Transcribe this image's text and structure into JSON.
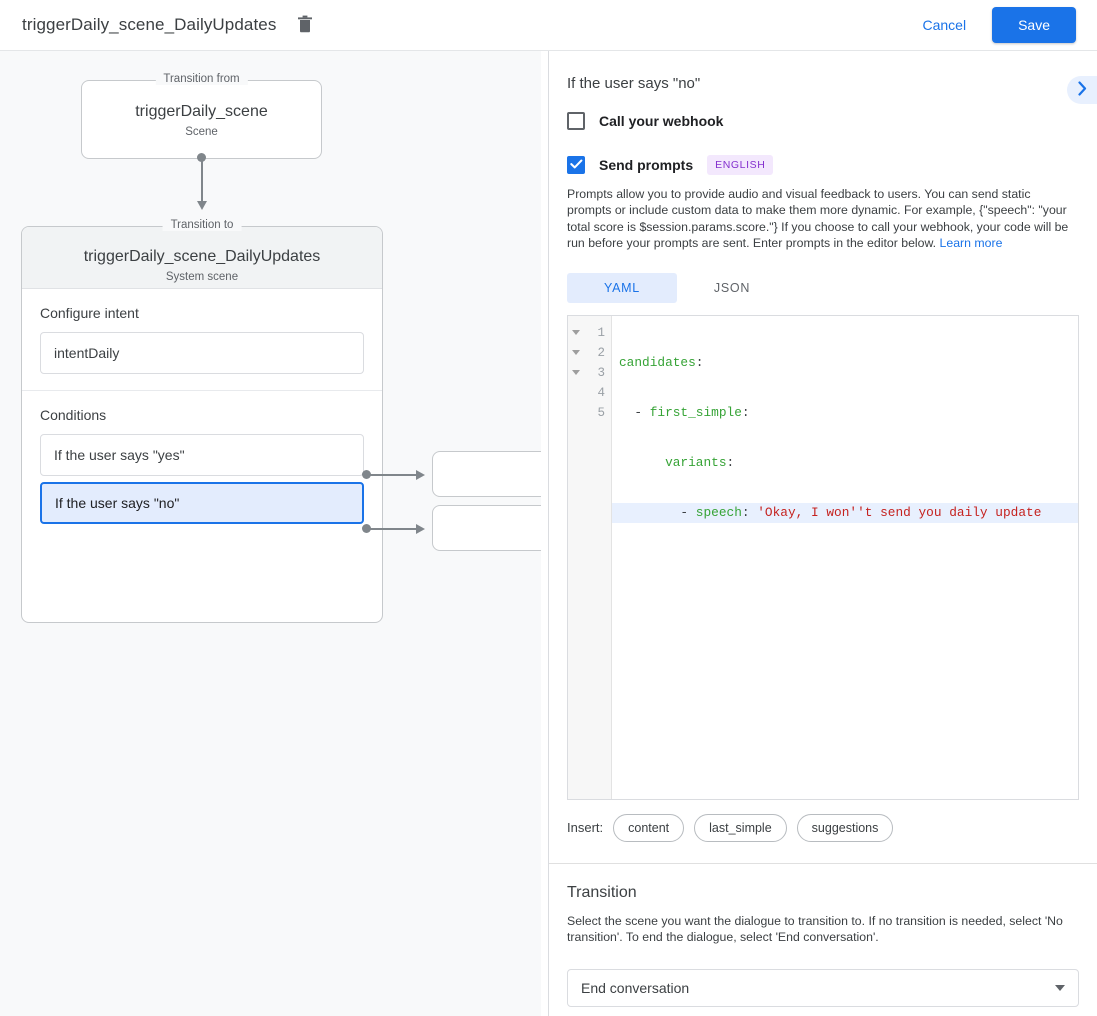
{
  "topbar": {
    "title": "triggerDaily_scene_DailyUpdates",
    "delete_icon": "trash-icon",
    "cancel_label": "Cancel",
    "save_label": "Save",
    "accent_color": "#1a73e8"
  },
  "canvas": {
    "from_node": {
      "legend": "Transition from",
      "title": "triggerDaily_scene",
      "subtitle": "Scene"
    },
    "to_node": {
      "legend": "Transition to",
      "title": "triggerDaily_scene_DailyUpdates",
      "subtitle": "System scene",
      "intent_section_label": "Configure intent",
      "intent_value": "intentDaily",
      "conditions_section_label": "Conditions",
      "conditions": [
        {
          "label": "If the user says \"yes\"",
          "selected": false
        },
        {
          "label": "If the user says \"no\"",
          "selected": true
        }
      ]
    }
  },
  "panel": {
    "title": "If the user says \"no\"",
    "expand_icon": "chevron-right-icon",
    "webhook": {
      "label": "Call your webhook",
      "checked": false
    },
    "prompts": {
      "label": "Send prompts",
      "checked": true,
      "language_badge": "ENGLISH",
      "description": "Prompts allow you to provide audio and visual feedback to users. You can send static prompts or include custom data to make them more dynamic. For example, {\"speech\": \"your total score is $session.params.score.\"} If you choose to call your webhook, your code will be run before your prompts are sent. Enter prompts in the editor below.",
      "learn_more_label": "Learn more"
    },
    "editor": {
      "tabs": [
        {
          "label": "YAML",
          "active": true
        },
        {
          "label": "JSON",
          "active": false
        }
      ],
      "line_numbers": [
        "1",
        "2",
        "3",
        "4",
        "5"
      ],
      "folds": [
        true,
        true,
        true,
        false,
        false
      ],
      "lines": [
        {
          "num": "1",
          "indent": "",
          "key": "candidates",
          "punct": ":",
          "value": "",
          "highlight": false
        },
        {
          "num": "2",
          "indent": "  - ",
          "key": "first_simple",
          "punct": ":",
          "value": "",
          "highlight": false
        },
        {
          "num": "3",
          "indent": "      ",
          "key": "variants",
          "punct": ":",
          "value": "",
          "highlight": false
        },
        {
          "num": "4",
          "indent": "        - ",
          "key": "speech",
          "punct": ": ",
          "value": "'Okay, I won''t send you daily update",
          "highlight": true
        },
        {
          "num": "5",
          "indent": "",
          "key": "",
          "punct": "",
          "value": "",
          "highlight": false
        }
      ]
    },
    "insert": {
      "label": "Insert:",
      "chips": [
        "content",
        "last_simple",
        "suggestions"
      ]
    },
    "transition": {
      "title": "Transition",
      "description": "Select the scene you want the dialogue to transition to. If no transition is needed, select 'No transition'. To end the dialogue, select 'End conversation'.",
      "selected_value": "End conversation",
      "caret_icon": "caret-down-icon"
    }
  }
}
